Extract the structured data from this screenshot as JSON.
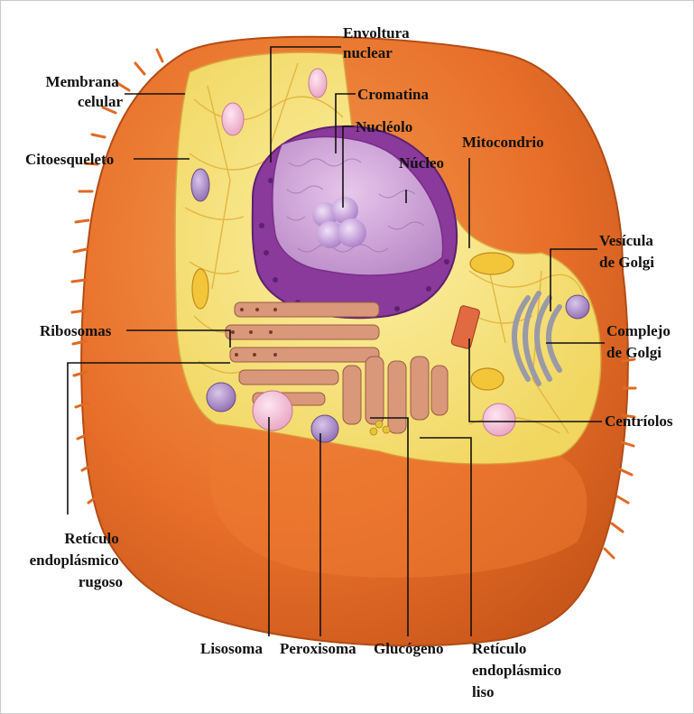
{
  "labels": {
    "membrana": [
      "Membrana",
      "celular"
    ],
    "citoesqueleto": [
      "Citoesqueleto"
    ],
    "envoltura": [
      "Envoltura",
      "nuclear"
    ],
    "cromatina": [
      "Cromatina"
    ],
    "nucleolo": [
      "Nucléolo"
    ],
    "nucleo": [
      "Núcleo"
    ],
    "mitocondrio": [
      "Mitocondrio"
    ],
    "vesicula": [
      "Vesícula",
      "de Golgi"
    ],
    "complejo": [
      "Complejo",
      "de Golgi"
    ],
    "centriolos": [
      "Centríolos"
    ],
    "ribosomas": [
      "Ribosomas"
    ],
    "rer": [
      "Retículo",
      "endoplásmico",
      "rugoso"
    ],
    "lisosoma": [
      "Lisosoma"
    ],
    "peroxisoma": [
      "Peroxisoma"
    ],
    "glucogeno": [
      "Glucógeno"
    ],
    "rel": [
      "Retículo",
      "endoplásmico",
      "liso"
    ]
  },
  "colors": {
    "membrane": "#e8702a",
    "membrane_dark": "#c85a1c",
    "cytoplasm": "#f5e27a",
    "cytoskeleton": "#e9c14a",
    "nucleus": "#8c3c9c",
    "nucleoplasm": "#d9b6e0",
    "nucleolus": "#c7a0dc",
    "er": "#d79a7a",
    "organelle_pink": "#f2b9cf",
    "organelle_violet": "#a989c2"
  }
}
